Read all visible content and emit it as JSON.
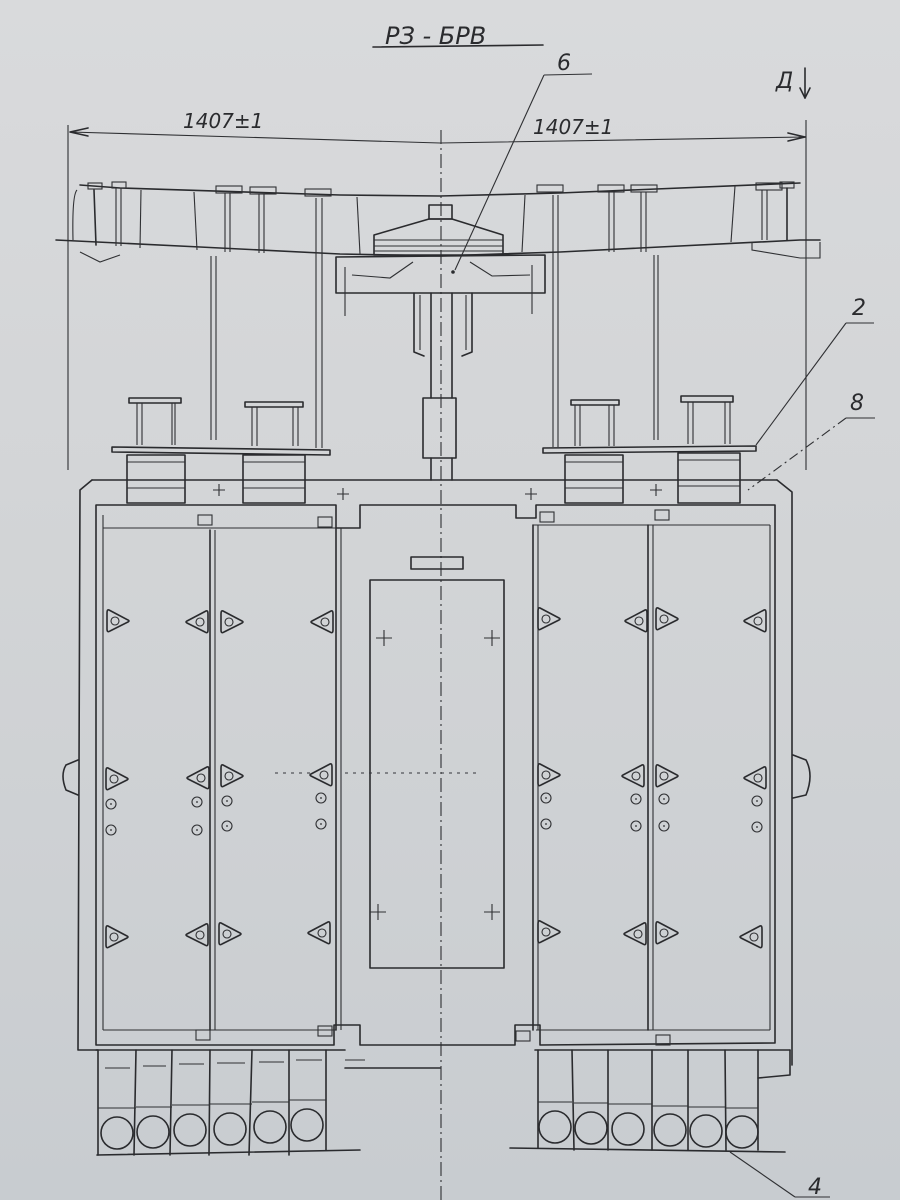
{
  "drawing": {
    "title": "РЗ - БРВ",
    "view_marker": "Д",
    "dimensions": {
      "left": "1407±1",
      "right": "1407±1"
    },
    "callouts": [
      {
        "id": "callout-6",
        "label": "6"
      },
      {
        "id": "callout-2",
        "label": "2"
      },
      {
        "id": "callout-8",
        "label": "8"
      },
      {
        "id": "callout-4",
        "label": "4"
      }
    ],
    "panels": {
      "left_count": 2,
      "right_count": 2,
      "center_window": 1,
      "triangular_bosses_per_row": 8,
      "boss_rows": 3
    },
    "bottom_cells": {
      "left_count": 6,
      "right_count": 6
    },
    "colors": {
      "paper": "#d6d8da",
      "ink": "#2a2b2e"
    }
  }
}
